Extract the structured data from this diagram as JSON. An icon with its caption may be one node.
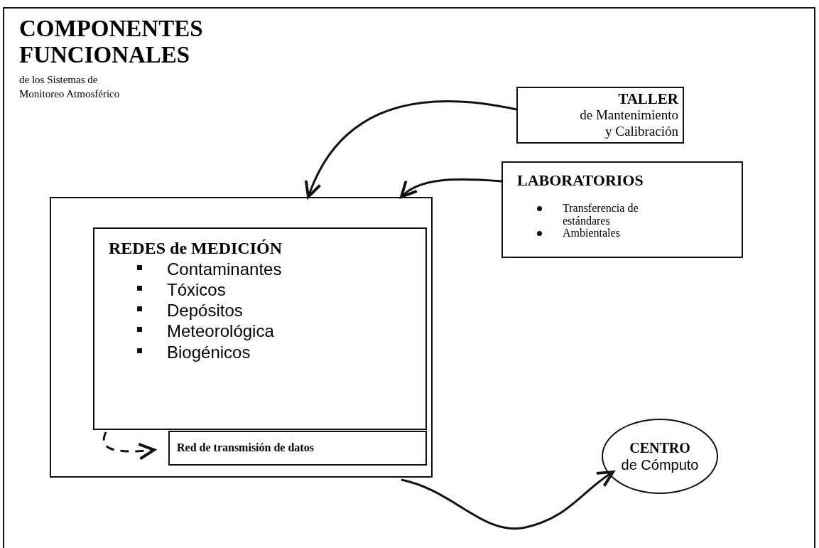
{
  "diagram": {
    "title": "COMPONENTES FUNCIONALES",
    "nodes": [
      {
        "text": [
          "TALLER",
          "de Mantenimiento y Calibración"
        ]
      },
      {
        "text": [
          "LABORATORIOS",
          "Transferencia de estándares",
          "Ambientales"
        ]
      },
      {
        "text": [],
        "shape": "box"
      },
      {
        "text": [
          "REDES de MEDICIÓN",
          "Contaminantes",
          "Tóxicos",
          "Depósitos",
          "Meteorológica",
          "Biogénicos"
        ],
        "in": 2
      },
      {
        "text": [
          "Red de transmisión de datos"
        ],
        "in": 2
      },
      {
        "text": [
          "CENTRO",
          "de Cómputo"
        ]
      }
    ],
    "edges": [
      {
        "from": 0,
        "to": 2,
        "arrow": "to"
      },
      {
        "from": 1,
        "to": 2,
        "arrow": "to"
      },
      {
        "from": 3,
        "to": 4,
        "arrow": "to",
        "style": "dashed"
      },
      {
        "from": 4,
        "to": 5,
        "arrow": "to"
      }
    ],
    "labels": [
      "de los Sistemas de Monitoreo Atmosférico"
    ]
  }
}
